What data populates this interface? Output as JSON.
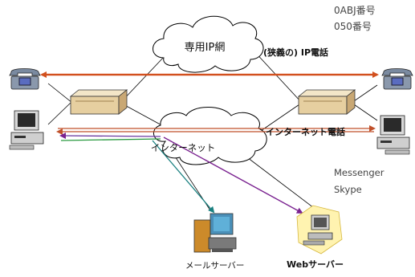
{
  "labels": {
    "private_ip_network": "専用IP網",
    "internet": "インターネット",
    "narrow_ip_phone": "(狭義の) IP電話",
    "internet_phone": "インターネット電話",
    "number_0abj": "0ABJ番号",
    "number_050": "050番号",
    "messenger": "Messenger",
    "skype": "Skype",
    "mail_server": "メールサーバー",
    "web_server": "Webサーバー"
  },
  "colors": {
    "ip_phone_line": "#d2501e",
    "internet_phone_line": "#c0502a",
    "mail_line": "#1a8080",
    "web_line": "#7a2290",
    "purple_line": "#6a3aa0",
    "green_line": "#2a9a40",
    "connector": "#000000",
    "cloud_fill": "#ffffff"
  },
  "icons": [
    "telephone-icon",
    "computer-icon",
    "gateway-router-icon",
    "mail-server-icon",
    "web-server-icon",
    "cloud-icon"
  ]
}
